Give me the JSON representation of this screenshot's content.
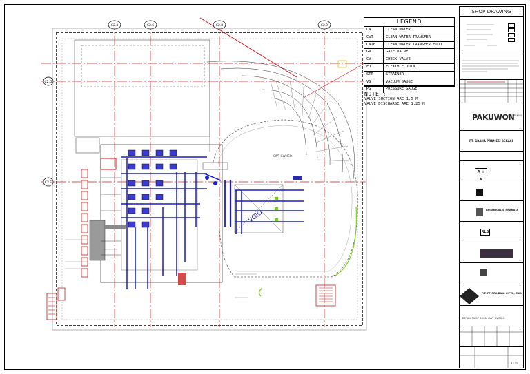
{
  "legend": {
    "title": "LEGEND",
    "items": [
      {
        "code": "CW",
        "desc": "CLEAN WATER"
      },
      {
        "code": "CWT",
        "desc": "CLEAN WATER TRANSFER"
      },
      {
        "code": "CWTF",
        "desc": "CLEAN WATER TRANSFER FOOD"
      },
      {
        "code": "GV",
        "desc": "GATE VALVE"
      },
      {
        "code": "CV",
        "desc": "CHECK VALVE"
      },
      {
        "code": "FJ",
        "desc": "FLEXIBLE JOIN"
      },
      {
        "code": "STR",
        "desc": "STRAINER"
      },
      {
        "code": "VG",
        "desc": "VACUUM GAUGE"
      },
      {
        "code": "PG",
        "desc": "PRESSURE GAUGE"
      }
    ]
  },
  "note": {
    "title": "NOTE :",
    "lines": [
      "VALVE SUCTION ARE 1.5 M",
      "VALVE DISCHARGE ARE 1.25 M"
    ]
  },
  "title_block": {
    "header": "SHOP DRAWING",
    "project_owner": "PAKUWON",
    "owner_tag": "MALL BEKASI",
    "owner_company": "PT. GRAHA PRAMESI BEKASI",
    "architect": "A + K",
    "mep_consultant": "BOTANICAL & PRANATA",
    "structure": "RLB",
    "contractor": "P.T. PP PRA BAJA CIPTA, TBK.",
    "drawing_title": "DETAIL PUMP ROOM CWT GWMCO",
    "scale": "1 : 50"
  },
  "plan": {
    "grid_top": [
      "C2.4",
      "C2.6",
      "C2.8",
      "C2.9"
    ],
    "grid_left": [
      "C2.G",
      "C2.E"
    ],
    "void_label": "VOID",
    "tank_label": "CWT GWMCO"
  },
  "colors": {
    "pipe_blue": "#1a1ac8",
    "pipe_red": "#d81818",
    "gridline": "#d02020",
    "lime": "#7ad020"
  }
}
